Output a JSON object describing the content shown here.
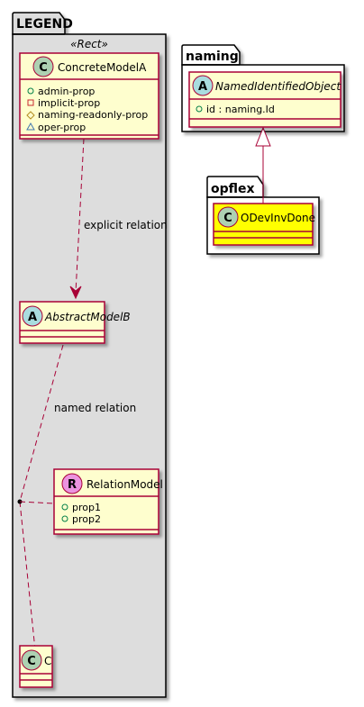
{
  "packages": {
    "legend": {
      "name": "LEGEND",
      "stereotype": "«Rect»"
    },
    "naming": {
      "name": "naming"
    },
    "opflex": {
      "name": "opflex"
    }
  },
  "classes": {
    "concrete_model_a": {
      "badge": "C",
      "name": "ConcreteModelA",
      "attributes": [
        {
          "visibility": "public",
          "text": "admin-prop"
        },
        {
          "visibility": "private",
          "text": "implicit-prop"
        },
        {
          "visibility": "protected",
          "text": "naming-readonly-prop"
        },
        {
          "visibility": "package",
          "text": "oper-prop"
        }
      ]
    },
    "abstract_model_b": {
      "badge": "A",
      "name": "AbstractModelB"
    },
    "relation_model": {
      "badge": "R",
      "name": "RelationModel",
      "attributes": [
        {
          "visibility": "public",
          "text": "prop1"
        },
        {
          "visibility": "public",
          "text": "prop2"
        }
      ]
    },
    "c": {
      "badge": "C",
      "name": "C"
    },
    "named_identified_object": {
      "badge": "A",
      "name": "NamedIdentifiedObject",
      "attributes": [
        {
          "visibility": "public",
          "text": "id : naming.Id"
        }
      ]
    },
    "odev_inv_done": {
      "badge": "C",
      "name": "ODevInvDone"
    }
  },
  "relations": {
    "explicit": {
      "label": "explicit relation"
    },
    "named": {
      "label": "named relation"
    }
  },
  "colors": {
    "class_fill": "#FEFECE",
    "class_border": "#A80036",
    "package_fill": "#DDDDDD",
    "highlight_fill": "#FFFF00",
    "badge_class": "#ADD1B2",
    "badge_abstract": "#A9DCDF",
    "badge_relation": "#EB93DF"
  }
}
